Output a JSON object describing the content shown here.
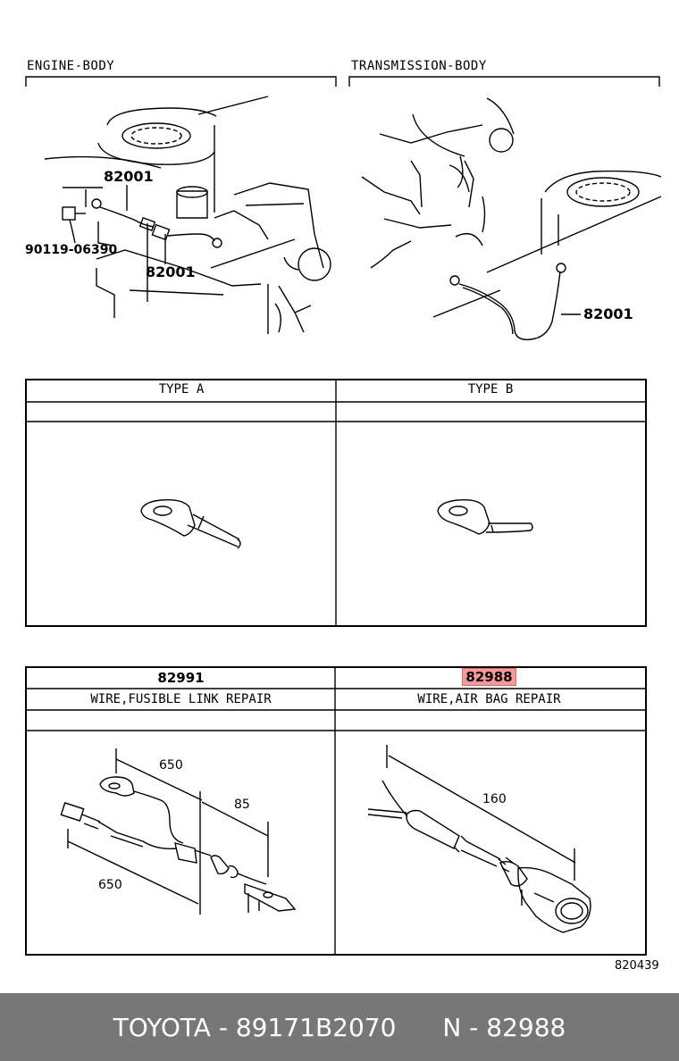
{
  "sections": {
    "engine_body": "ENGINE-BODY",
    "transmission_body": "TRANSMISSION-BODY"
  },
  "callouts": {
    "engine_top": "82001",
    "engine_bolt": "90119-06390",
    "engine_bottom": "82001",
    "transmission": "82001"
  },
  "type_table": {
    "type_a": "TYPE A",
    "type_b": "TYPE B"
  },
  "parts_table": {
    "left": {
      "number": "82991",
      "description": "WIRE,FUSIBLE LINK REPAIR",
      "dimensions": [
        "650",
        "85",
        "650"
      ]
    },
    "right": {
      "number": "82988",
      "description": "WIRE,AIR BAG REPAIR",
      "dimensions": [
        "160"
      ]
    }
  },
  "figure_code": "820439",
  "footer": {
    "brand_part": "TOYOTA - 89171B2070",
    "ref": "N - 82988"
  }
}
